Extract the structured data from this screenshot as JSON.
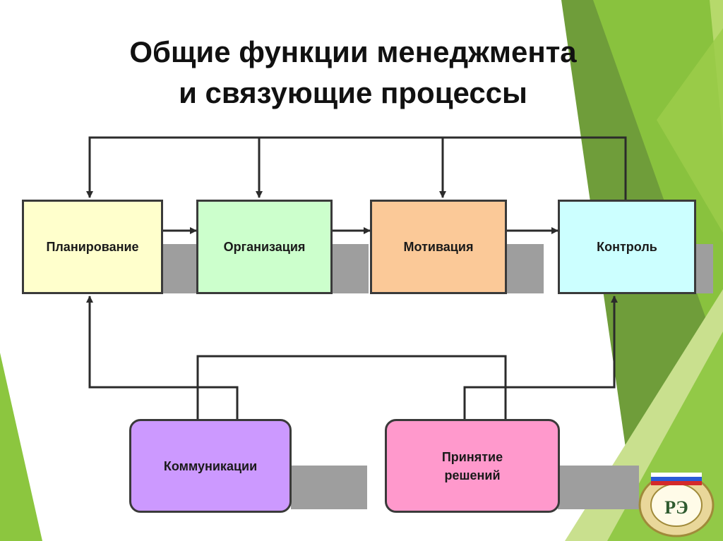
{
  "title": {
    "line1": "Общие функции менеджмента",
    "line2": "и связующие процессы"
  },
  "functions": {
    "planning": "Планирование",
    "organization": "Организация",
    "motivation": "Мотивация",
    "control": "Контроль"
  },
  "processes": {
    "communications": "Коммуникации",
    "decisions_line1": "Принятие",
    "decisions_line2": "решений"
  },
  "colors": {
    "planning": "#ffffcc",
    "organization": "#ccffcc",
    "motivation": "#fbc998",
    "control": "#ccffff",
    "communications": "#cc99ff",
    "decisions": "#ff99cc",
    "accent_green": "#8dc63f"
  }
}
